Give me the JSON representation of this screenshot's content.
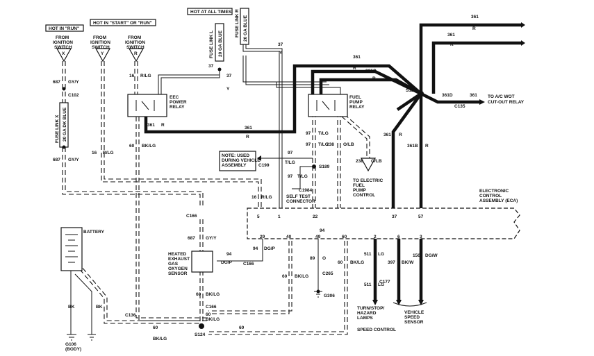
{
  "labels": {
    "hot_run": "HOT IN \"RUN\"",
    "hot_start_run": "HOT IN \"START\" OR \"RUN\"",
    "hot_all_times": "HOT AT ALL TIMES",
    "from_ign_1": "FROM",
    "from_ign_2": "IGNITION",
    "from_ign_3": "SWITCH",
    "sw_x": "X",
    "sw_y": "Y",
    "sw_r": "R",
    "fuse_link_x": "FUSE LINK X",
    "fuse_x_gauge": "20 GA DK BLUE",
    "fuse_link_l": "FUSE LINK L",
    "fuse_l_gauge": "20 GA BLUE",
    "fuse_link_r": "FUSE LINK R",
    "fuse_r_gauge": "20 GA BLUE",
    "eec_relay_1": "EEC",
    "eec_relay_2": "POWER",
    "eec_relay_3": "RELAY",
    "fuel_relay_1": "FUEL",
    "fuel_relay_2": "PUMP",
    "fuel_relay_3": "RELAY",
    "note_1": "NOTE: USED",
    "note_2": "DURING VEHICLE",
    "note_3": "ASSEMBLY",
    "self_test_1": "SELF TEST",
    "self_test_2": "CONNECTOR",
    "to_pump_1": "TO ELECTRIC",
    "to_pump_2": "FUEL",
    "to_pump_3": "PUMP",
    "to_pump_4": "CONTROL",
    "to_ac_1": "TO A/C WOT",
    "to_ac_2": "CUT-OUT RELAY",
    "eca_1": "ELECTRONIC",
    "eca_2": "CONTROL",
    "eca_3": "ASSEMBLY (ECA)",
    "battery": "BATTERY",
    "hego_1": "HEATED",
    "hego_2": "EXHAUST",
    "hego_3": "GAS",
    "hego_4": "OXYGEN",
    "hego_5": "SENSOR",
    "turn_1": "TURN/STOP/",
    "turn_2": "HAZARD",
    "turn_3": "LAMPS",
    "speed_control": "SPEED CONTROL",
    "vss_1": "VEHICLE",
    "vss_2": "SPEED",
    "vss_3": "SENSOR",
    "g106": "G106",
    "g106_body": "(BODY)"
  },
  "connectors": {
    "c102": "C102",
    "c199": "C199",
    "c1984": "C1984",
    "s189": "S189",
    "s125": "S125",
    "c135": "C135",
    "c166a": "C166",
    "c166b": "C166",
    "c166c": "C166",
    "c265": "C265",
    "g306": "G306",
    "c177": "C177",
    "c136": "C136",
    "s124": "S124"
  },
  "wires": {
    "w687a": "687",
    "w687a_c": "GY/Y",
    "w687b": "687",
    "w687b_c": "GY/Y",
    "w16a": "16",
    "w16a_c": "R/LG",
    "w16b": "16",
    "w16b_c": "R/LG",
    "w16c": "16",
    "w16c_c": "R/LG",
    "w37a": "37",
    "w37a_c": "Y",
    "w37b": "37",
    "w37c": "37",
    "w37c_c": "Y",
    "w37d": "37",
    "w37d_c": "Y",
    "w361a": "361",
    "w361a_c": "R",
    "w361b": "361",
    "w361b_c": "R",
    "w361c": "361",
    "w361c_c": "R",
    "w361d": "361C",
    "w361d_c": "R",
    "w361e": "361",
    "w361e_c": "R",
    "w361f": "361",
    "w361f_c": "R",
    "w361g": "361",
    "w361g_c": "R",
    "w361h": "361B",
    "w361h_c": "R",
    "w361i": "361D",
    "w361j": "361",
    "w60a": "60",
    "w60a_c": "BK/LG",
    "w60b": "60",
    "w60b_c": "BK/LG",
    "w60c": "60",
    "w60c_c": "BK/LG",
    "w60d": "60",
    "w60d_c": "BK/LG",
    "w60e": "60",
    "w60e_c": "BK/LG",
    "w60f": "60",
    "w60g": "60",
    "w60g_c": "BK/LG",
    "w97a": "97",
    "w97a_c": "T/LG",
    "w97b": "97",
    "w97b_c": "T/LG",
    "w97c": "97",
    "w97c_c": "T/LG",
    "w97d": "97",
    "w97d_c": "T/LG",
    "w238a": "238",
    "w238a_c": "O/LB",
    "w238b": "238",
    "w238b_c": "O/LB",
    "w687c": "687",
    "w687c_c": "GY/Y",
    "w94a": "94",
    "w94b": "94",
    "w94b_c": "DG/P",
    "w94c": "94",
    "w94c_c": "DG/P",
    "w89": "89",
    "w89_c": "O",
    "w511a": "511",
    "w511a_c": "LG",
    "w511b": "511",
    "w511b_c": "LG",
    "w397": "397",
    "w397_c": "BK/W",
    "w150": "150",
    "w150_c": "DG/W",
    "bk1": "BK",
    "bk2": "BK"
  },
  "pins": {
    "p5": "5",
    "p1": "1",
    "p22": "22",
    "p37": "37",
    "p57": "57",
    "p29": "29",
    "p40": "40",
    "p49": "49",
    "p60": "60",
    "p2": "2",
    "p6": "6",
    "p3": "3"
  }
}
